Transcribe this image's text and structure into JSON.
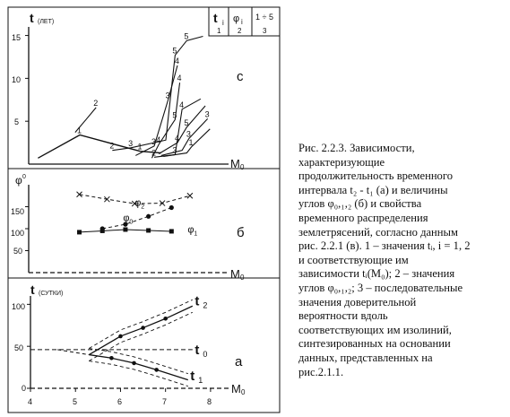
{
  "chart_data": [
    {
      "type": "line",
      "panel_label": "с",
      "ylabel_main": "t",
      "ylabel_sub": "(ЛЕТ)",
      "xlabel_main": "M",
      "xlabel_sub": "0",
      "ylim": [
        0,
        16
      ],
      "xlim": [
        3.9,
        8.2
      ],
      "y_ticks": [
        "5",
        "10",
        "15"
      ],
      "legend": {
        "symbols": [
          "t",
          "φ",
          "1 ÷ 5"
        ],
        "subs": [
          "i",
          "i",
          ""
        ],
        "numbers": [
          "1",
          "2",
          "3"
        ]
      },
      "series": [
        {
          "points": [
            [
              4.1,
              0.7
            ],
            [
              5.0,
              3.4
            ],
            [
              6.3,
              1.5
            ],
            [
              6.75,
              1.3
            ]
          ],
          "marks": [
            {
              "i": 1,
              "label": "1"
            },
            {
              "i": 2,
              "label": "1"
            }
          ]
        },
        {
          "points": [
            [
              4.9,
              3.7
            ],
            [
              5.15,
              5.3
            ],
            [
              5.35,
              6.6
            ]
          ],
          "marks": [
            {
              "i": 2,
              "label": "2"
            }
          ]
        },
        {
          "points": [
            [
              5.7,
              1.6
            ],
            [
              6.1,
              1.9
            ],
            [
              6.85,
              2.8
            ],
            [
              7.05,
              12.7
            ],
            [
              7.3,
              14.4
            ],
            [
              7.65,
              14.9
            ]
          ],
          "marks": [
            {
              "i": 0,
              "label": "2"
            },
            {
              "i": 1,
              "label": "3"
            },
            {
              "i": 3,
              "label": "5"
            },
            {
              "i": 4,
              "label": "5"
            }
          ]
        },
        {
          "points": [
            [
              6.2,
              1.0
            ],
            [
              6.6,
              2.1
            ],
            [
              6.9,
              7.5
            ],
            [
              7.1,
              11.5
            ]
          ],
          "marks": [
            {
              "i": 1,
              "label": "3"
            },
            {
              "i": 2,
              "label": "3"
            },
            {
              "i": 3,
              "label": "4"
            }
          ]
        },
        {
          "points": [
            [
              6.55,
              0.7
            ],
            [
              6.7,
              2.3
            ],
            [
              7.05,
              5.2
            ],
            [
              7.15,
              9.5
            ]
          ],
          "marks": [
            {
              "i": 1,
              "label": "4"
            },
            {
              "i": 2,
              "label": "5"
            },
            {
              "i": 3,
              "label": "4"
            }
          ]
        },
        {
          "points": [
            [
              6.6,
              0.8
            ],
            [
              7.05,
              1.1
            ],
            [
              7.2,
              6.4
            ],
            [
              7.6,
              7.6
            ]
          ],
          "marks": [
            {
              "i": 0,
              "label": "2"
            },
            {
              "i": 1,
              "label": "3"
            },
            {
              "i": 2,
              "label": "4"
            }
          ]
        },
        {
          "points": [
            [
              6.7,
              1.2
            ],
            [
              7.1,
              2.5
            ],
            [
              7.3,
              4.3
            ],
            [
              7.7,
              6.8
            ]
          ],
          "marks": [
            {
              "i": 1,
              "label": "4"
            },
            {
              "i": 2,
              "label": "5"
            }
          ]
        },
        {
          "points": [
            [
              6.75,
              1.0
            ],
            [
              7.2,
              1.6
            ],
            [
              7.35,
              3.0
            ],
            [
              7.75,
              5.3
            ]
          ],
          "marks": [
            {
              "i": 2,
              "label": "3"
            },
            {
              "i": 3,
              "label": "3"
            }
          ]
        },
        {
          "points": [
            [
              6.8,
              0.9
            ],
            [
              7.3,
              1.3
            ],
            [
              7.4,
              2.0
            ],
            [
              7.8,
              4.1
            ]
          ],
          "marks": [
            {
              "i": 2,
              "label": "1"
            }
          ]
        }
      ]
    },
    {
      "type": "scatter",
      "panel_label": "б",
      "ylabel_main": "φ",
      "ylabel_sup": "0",
      "xlabel_main": "M",
      "xlabel_sub": "0",
      "ylim": [
        0,
        200
      ],
      "xlim": [
        3.9,
        8.2
      ],
      "y_ticks": [
        "50",
        "100",
        "150"
      ],
      "series": [
        {
          "name": "φ",
          "name_sub": "2",
          "marker": "x",
          "points": [
            [
              5.0,
              178
            ],
            [
              5.6,
              167
            ],
            [
              6.2,
              157
            ],
            [
              6.8,
              158
            ],
            [
              7.4,
              175
            ]
          ],
          "label_at": [
            6.2,
            152
          ]
        },
        {
          "name": "φ",
          "name_sub": "0",
          "marker": "dot",
          "points": [
            [
              5.5,
              100
            ],
            [
              6.0,
              110
            ],
            [
              6.5,
              128
            ],
            [
              7.0,
              148
            ]
          ],
          "label_at": [
            5.95,
            117
          ]
        },
        {
          "name": "φ",
          "name_sub": "1",
          "marker": "square",
          "points": [
            [
              5.0,
              92
            ],
            [
              5.5,
              95
            ],
            [
              6.0,
              98
            ],
            [
              6.5,
              96
            ],
            [
              7.0,
              94
            ]
          ],
          "label_at": [
            7.35,
            91
          ]
        }
      ]
    },
    {
      "type": "line",
      "panel_label": "а",
      "ylabel_main": "t",
      "ylabel_sub": "(СУТКИ)",
      "xlabel_main": "M",
      "xlabel_sub": "0",
      "ylim": [
        0,
        110
      ],
      "xlim": [
        4.0,
        8.4
      ],
      "x_ticks": [
        "4",
        "5",
        "6",
        "7",
        "8"
      ],
      "y_ticks": [
        "0",
        "50",
        "100"
      ],
      "series": [
        {
          "name": "t",
          "name_sub": "2",
          "points": [
            [
              5.3,
              40
            ],
            [
              6.0,
              62
            ],
            [
              6.5,
              72
            ],
            [
              7.0,
              83
            ],
            [
              7.6,
              98
            ]
          ],
          "label_at": [
            7.65,
            104
          ]
        },
        {
          "name": "t",
          "name_sub": "0",
          "points": [
            [
              4.0,
              46
            ],
            [
              5.3,
              46
            ],
            [
              7.6,
              46
            ]
          ],
          "label_at": [
            7.65,
            46
          ]
        },
        {
          "name": "t",
          "name_sub": "1",
          "points": [
            [
              5.3,
              40
            ],
            [
              5.8,
              36
            ],
            [
              6.3,
              30
            ],
            [
              6.8,
              22
            ],
            [
              7.5,
              10
            ]
          ],
          "label_at": [
            7.55,
            15
          ]
        }
      ]
    }
  ],
  "caption": {
    "lines": [
      "Рис. 2.2.3. Зависимости,",
      "характеризующие",
      "продолжительность временного",
      "интервала t₂ - t₁ (а) и величины",
      "углов φ₀,₁,₂ (б) и свойства",
      "временного распределения",
      "землетрясений, согласно данным",
      "рис. 2.2.1 (в). 1 – значения tᵢ, i = 1, 2",
      "и соответствующие им",
      "зависимости tᵢ(M₀); 2 – значения",
      "углов φ₀,₁,₂; 3 – последовательные",
      "значения доверительной",
      "вероятности вдоль",
      "соответствующих им изолиний,",
      "синтезированных на основании",
      "данных, представленных на",
      "рис.2.1.1."
    ]
  }
}
